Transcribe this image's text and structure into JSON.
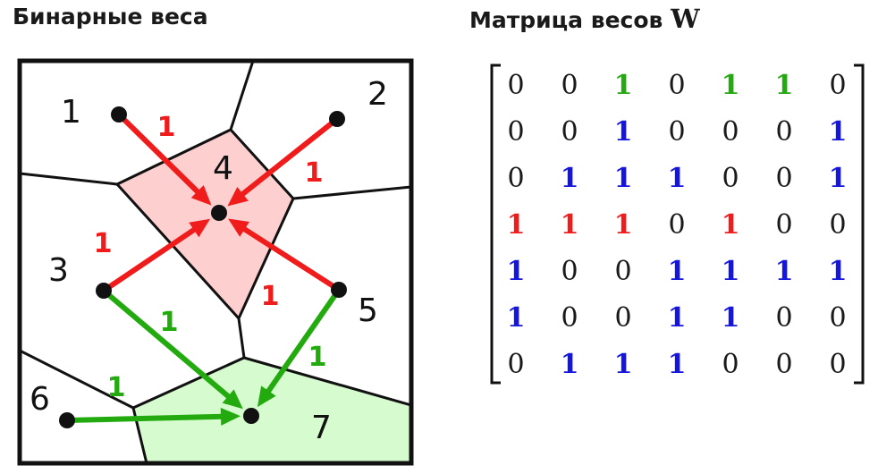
{
  "titles": {
    "left": "Бинарные веса",
    "right_prefix": "Матрица весов",
    "right_symbol": "W"
  },
  "colors": {
    "red": "#f01c1c",
    "green": "#22aa0f",
    "blue": "#1515e0",
    "black": "#1a1a1a",
    "region_4_fill": "#fdcfcf",
    "region_7_fill": "#d5fbcf"
  },
  "nodes": [
    {
      "id": "1",
      "label": "1"
    },
    {
      "id": "2",
      "label": "2"
    },
    {
      "id": "3",
      "label": "3"
    },
    {
      "id": "4",
      "label": "4"
    },
    {
      "id": "5",
      "label": "5"
    },
    {
      "id": "6",
      "label": "6"
    },
    {
      "id": "7",
      "label": "7"
    }
  ],
  "edges": [
    {
      "from": "1",
      "to": "4",
      "weight": "1",
      "color": "red"
    },
    {
      "from": "2",
      "to": "4",
      "weight": "1",
      "color": "red"
    },
    {
      "from": "3",
      "to": "4",
      "weight": "1",
      "color": "red"
    },
    {
      "from": "5",
      "to": "4",
      "weight": "1",
      "color": "red"
    },
    {
      "from": "3",
      "to": "7",
      "weight": "1",
      "color": "green"
    },
    {
      "from": "5",
      "to": "7",
      "weight": "1",
      "color": "green"
    },
    {
      "from": "6",
      "to": "7",
      "weight": "1",
      "color": "green"
    }
  ],
  "matrix": {
    "rows": [
      [
        "0",
        "0",
        "1",
        "0",
        "1",
        "1",
        "0"
      ],
      [
        "0",
        "0",
        "1",
        "0",
        "0",
        "0",
        "1"
      ],
      [
        "0",
        "1",
        "1",
        "1",
        "0",
        "0",
        "1"
      ],
      [
        "1",
        "1",
        "1",
        "0",
        "1",
        "0",
        "0"
      ],
      [
        "1",
        "0",
        "0",
        "1",
        "1",
        "1",
        "1"
      ],
      [
        "1",
        "0",
        "0",
        "1",
        "1",
        "0",
        "0"
      ],
      [
        "0",
        "1",
        "1",
        "1",
        "0",
        "0",
        "0"
      ]
    ],
    "colors": [
      [
        "black",
        "black",
        "green",
        "black",
        "green",
        "green",
        "black"
      ],
      [
        "black",
        "black",
        "blue",
        "black",
        "black",
        "black",
        "blue"
      ],
      [
        "black",
        "blue",
        "blue",
        "blue",
        "black",
        "black",
        "blue"
      ],
      [
        "red",
        "red",
        "red",
        "black",
        "red",
        "black",
        "black"
      ],
      [
        "blue",
        "black",
        "black",
        "blue",
        "blue",
        "blue",
        "blue"
      ],
      [
        "blue",
        "black",
        "black",
        "blue",
        "blue",
        "black",
        "black"
      ],
      [
        "black",
        "blue",
        "blue",
        "blue",
        "black",
        "black",
        "black"
      ]
    ]
  }
}
